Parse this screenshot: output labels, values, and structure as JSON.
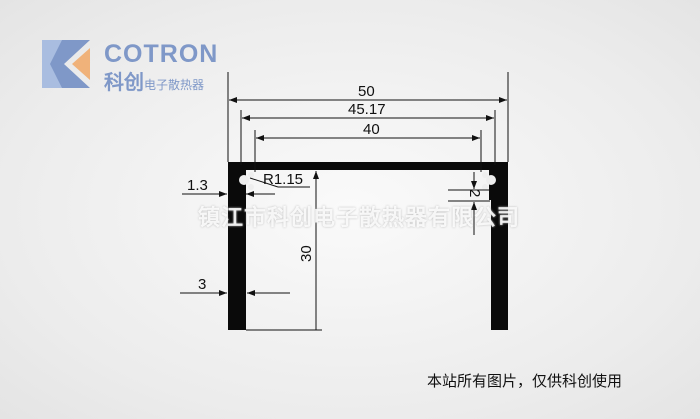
{
  "logo": {
    "brand_en": "COTRON",
    "brand_cn": "科创",
    "tagline_cn": "电子散热器",
    "colors": {
      "blue": "#7f98c8",
      "orange": "#f0b27a"
    }
  },
  "drawing": {
    "dimensions": {
      "overall_width": "50",
      "inner_width": "45.17",
      "slot_span": "40",
      "wall_thickness": "1.3",
      "slot_radius": "R1.15",
      "slot_depth": "2",
      "height": "30",
      "leg_thickness": "3"
    }
  },
  "watermark": "镇江市科创电子散热器有限公司",
  "footer_note": "本站所有图片，仅供科创使用"
}
